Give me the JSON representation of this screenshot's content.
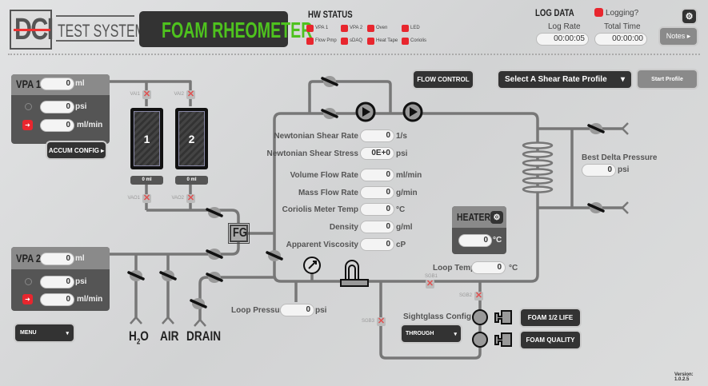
{
  "logo": {
    "letters": "DCI",
    "text": "TEST SYSTEMS"
  },
  "app_title": "FOAM RHEOMETER",
  "hw_status": {
    "title": "HW STATUS",
    "items": [
      {
        "label": "VPA 1"
      },
      {
        "label": "VPA 2"
      },
      {
        "label": "Oven"
      },
      {
        "label": "LED"
      },
      {
        "label": "Flow Pmp"
      },
      {
        "label": "sDAQ"
      },
      {
        "label": "Heat Tape"
      },
      {
        "label": "Coriolis"
      }
    ],
    "color": "#e8262e"
  },
  "log_data": {
    "title": "LOG DATA",
    "logging_label": "Logging?",
    "log_rate_label": "Log Rate",
    "log_rate": "00:00:05",
    "total_time_label": "Total Time",
    "total_time": "00:00:00"
  },
  "notes_label": "Notes ▸",
  "flow_control_label": "FLOW CONTROL",
  "shear_profile": {
    "selected": "Select A Shear Rate Profile",
    "start_label": "Start Profile"
  },
  "vpa1": {
    "title": "VPA 1",
    "volume": "0",
    "volume_unit": "ml",
    "pressure": "0",
    "pressure_unit": "psi",
    "rate": "0",
    "rate_unit": "ml/min"
  },
  "vpa2": {
    "title": "VPA 2",
    "volume": "0",
    "volume_unit": "ml",
    "pressure": "0",
    "pressure_unit": "psi",
    "rate": "0",
    "rate_unit": "ml/min"
  },
  "accum_config_label": "ACCUM CONFIG ▸",
  "menu_label": "MENU",
  "accumulators": [
    {
      "label": "1",
      "volume": "0 ml"
    },
    {
      "label": "2",
      "volume": "0 ml"
    }
  ],
  "valves": {
    "vai1": "VAI1",
    "vai2": "VAI2",
    "vao1": "VAO1",
    "vao2": "VAO2",
    "sgb1": "SGB1",
    "sgb2": "SGB2",
    "sgb3": "SGB3"
  },
  "fg_label": "FG",
  "readings": [
    {
      "label": "Newtonian Shear Rate",
      "value": "0",
      "unit": "1/s"
    },
    {
      "label": "Newtonian Shear Stress",
      "value": "0E+0",
      "unit": "psi"
    },
    {
      "label": "Volume Flow Rate",
      "value": "0",
      "unit": "ml/min"
    },
    {
      "label": "Mass Flow Rate",
      "value": "0",
      "unit": "g/min"
    },
    {
      "label": "Coriolis Meter Temp",
      "value": "0",
      "unit": "°C"
    },
    {
      "label": "Density",
      "value": "0",
      "unit": "g/ml"
    },
    {
      "label": "Apparent Viscosity",
      "value": "0",
      "unit": "cP"
    }
  ],
  "best_delta": {
    "label": "Best Delta Pressure",
    "value": "0",
    "unit": "psi"
  },
  "heaters": {
    "title": "HEATERS",
    "value": "0",
    "unit": "°C"
  },
  "loop_temp": {
    "label": "Loop Temp",
    "value": "0",
    "unit": "°C"
  },
  "loop_pressure": {
    "label": "Loop Pressure",
    "value": "0",
    "unit": "psi"
  },
  "sources": {
    "h2o": "H",
    "h2o_sub": "2",
    "h2o_end": "O",
    "air": "AIR",
    "drain": "DRAIN"
  },
  "sightglass": {
    "label": "Sightglass Config",
    "selected": "THROUGH"
  },
  "foam_half_life_label": "FOAM 1/2 LIFE",
  "foam_quality_label": "FOAM QUALITY",
  "version": "Version: 1.0.2.5"
}
